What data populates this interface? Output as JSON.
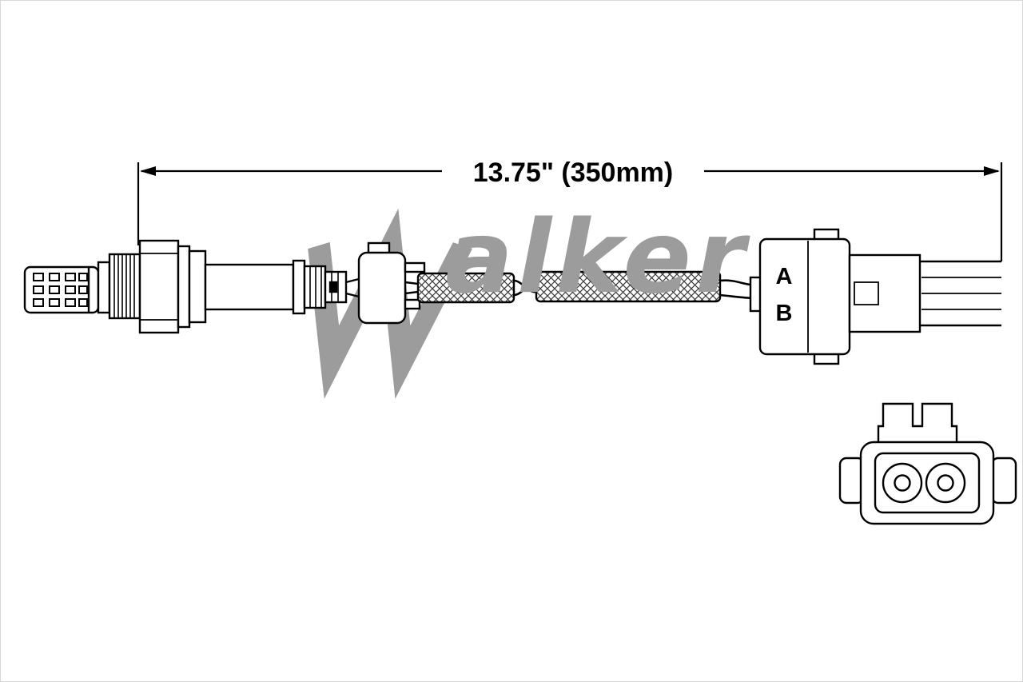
{
  "diagram": {
    "dimension_label": "13.75\" (350mm)",
    "pin_labels": {
      "a": "A",
      "b": "B"
    },
    "watermark_letters": "alker",
    "watermark_brand": "Walker"
  },
  "colors": {
    "line": "#000000",
    "watermark": "#9c9c9c",
    "background": "#ffffff",
    "border": "#d7d7d7"
  }
}
